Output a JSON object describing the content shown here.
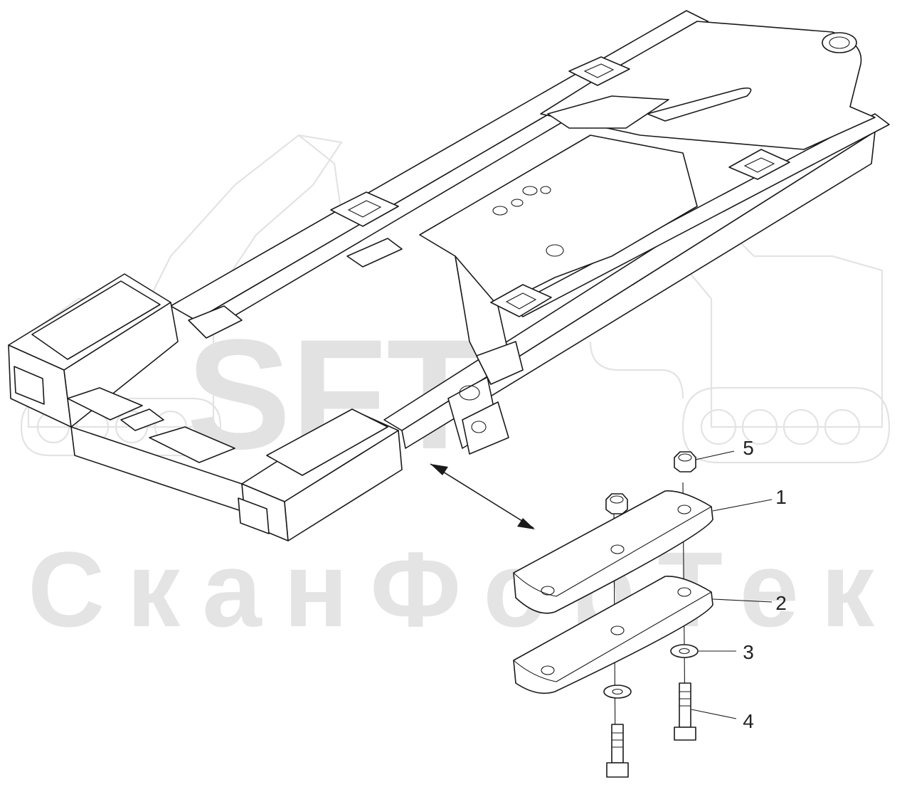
{
  "watermark": {
    "logo": "SFT",
    "company": "СканФорТек"
  },
  "callouts": [
    {
      "id": "1",
      "label": "1"
    },
    {
      "id": "2",
      "label": "2"
    },
    {
      "id": "3",
      "label": "3"
    },
    {
      "id": "4",
      "label": "4"
    },
    {
      "id": "5",
      "label": "5"
    }
  ],
  "colors": {
    "line": "#1a1a1a",
    "watermark": "#e2e2e2",
    "background": "#ffffff"
  }
}
